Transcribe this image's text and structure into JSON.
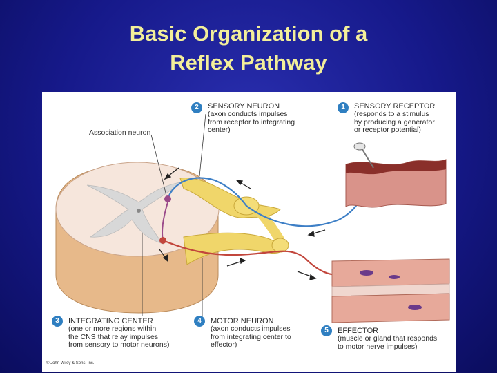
{
  "slide": {
    "title_line1": "Basic Organization of a",
    "title_line2": "Reflex Pathway"
  },
  "diagram": {
    "association_label": "Association neuron",
    "copyright": "© John Wiley & Sons, Inc.",
    "steps": [
      {
        "num": "1",
        "heading": "SENSORY RECEPTOR",
        "body": "(responds to a stimulus\nby producing a generator\nor receptor potential)"
      },
      {
        "num": "2",
        "heading": "SENSORY NEURON",
        "body": "(axon conducts impulses\nfrom receptor to integrating\ncenter)"
      },
      {
        "num": "3",
        "heading": "INTEGRATING CENTER",
        "body": "(one or more regions within\nthe CNS that relay impulses\nfrom sensory to motor neurons)"
      },
      {
        "num": "4",
        "heading": "MOTOR NEURON",
        "body": "(axon conducts impulses\nfrom integrating center to\neffector)"
      },
      {
        "num": "5",
        "heading": "EFFECTOR",
        "body": "(muscle or gland that responds\nto motor nerve impulses)"
      }
    ],
    "colors": {
      "step_badge": "#2f7fc1",
      "sensory_neuron": "#3d7fc6",
      "motor_neuron": "#c2463c",
      "nerve": "#f0d66a",
      "title": "#f3ef9a"
    }
  }
}
